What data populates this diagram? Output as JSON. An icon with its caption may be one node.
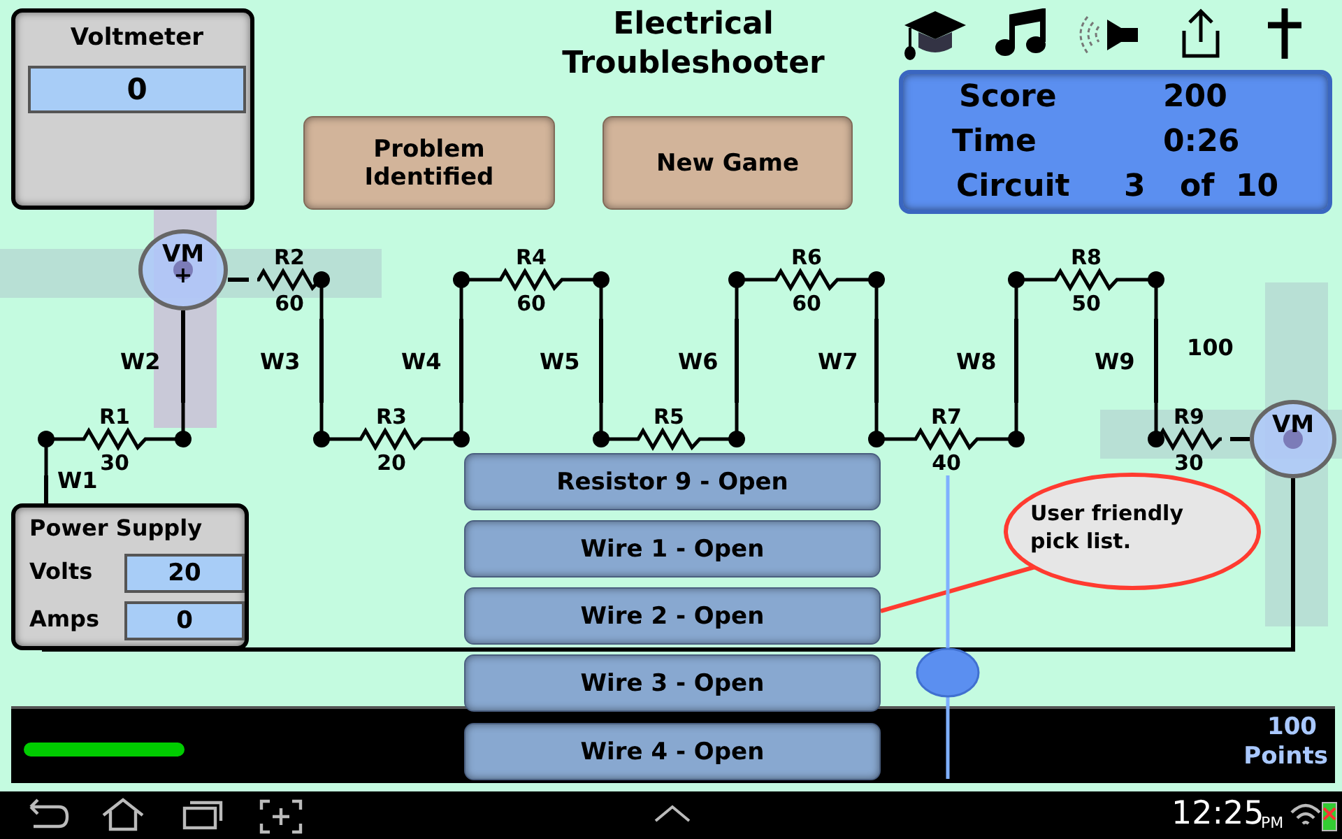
{
  "diagram": {
    "title": "Electrical Troubleshooter",
    "nodes": [
      {
        "text": [
          "Voltmeter",
          "0"
        ]
      },
      {
        "text": [
          "Problem Identified"
        ]
      },
      {
        "text": [
          "New Game"
        ]
      },
      {
        "text": [
          "Score",
          "200",
          "Time",
          "0:26",
          "Circuit",
          "3",
          "of",
          "10"
        ]
      },
      {
        "text": [
          "VM",
          "+"
        ]
      },
      {
        "text": [
          "R2",
          "60"
        ]
      },
      {
        "text": [
          "R4",
          "60"
        ]
      },
      {
        "text": [
          "R6",
          "60"
        ]
      },
      {
        "text": [
          "R8",
          "50"
        ]
      },
      {
        "text": [
          "R1",
          "30"
        ]
      },
      {
        "text": [
          "R3",
          "20"
        ]
      },
      {
        "text": [
          "R5"
        ]
      },
      {
        "text": [
          "R7",
          "40"
        ]
      },
      {
        "text": [
          "R9",
          "30"
        ]
      },
      {
        "text": [
          "VM"
        ]
      },
      {
        "text": [
          "Resistor 9 - Open"
        ]
      },
      {
        "text": [
          "User friendly pick list."
        ]
      },
      {
        "text": [
          "Power Supply",
          "Volts",
          "20",
          "Amps",
          "0"
        ]
      },
      {
        "text": [
          "Wire 1 - Open"
        ]
      },
      {
        "text": [
          "Wire 2 - Open"
        ]
      },
      {
        "text": [
          "Wire 3 - Open"
        ]
      },
      {
        "text": [
          "Wire 4 - Open"
        ]
      }
    ],
    "edges": [
      {
        "from": 17,
        "to": 9,
        "arrow": "none",
        "label": "W1"
      },
      {
        "from": 9,
        "to": 4,
        "arrow": "none",
        "label": "W2"
      },
      {
        "from": 4,
        "to": 5,
        "arrow": "none"
      },
      {
        "from": 5,
        "to": 10,
        "arrow": "none",
        "label": "W3"
      },
      {
        "from": 10,
        "to": 6,
        "arrow": "none",
        "label": "W4"
      },
      {
        "from": 6,
        "to": 11,
        "arrow": "none",
        "label": "W5"
      },
      {
        "from": 11,
        "to": 7,
        "arrow": "none",
        "label": "W6"
      },
      {
        "from": 7,
        "to": 12,
        "arrow": "none",
        "label": "W7"
      },
      {
        "from": 12,
        "to": 8,
        "arrow": "none",
        "label": "W8"
      },
      {
        "from": 8,
        "to": 13,
        "arrow": "none",
        "label": "W9"
      },
      {
        "from": 13,
        "to": 14,
        "arrow": "none"
      },
      {
        "from": 14,
        "to": 17,
        "arrow": "none"
      },
      {
        "from": 16,
        "to": 19,
        "arrow": "none",
        "color": "#ff3b30"
      }
    ],
    "labels": [
      "100",
      "100",
      "Points",
      "12:25",
      "PM"
    ]
  }
}
